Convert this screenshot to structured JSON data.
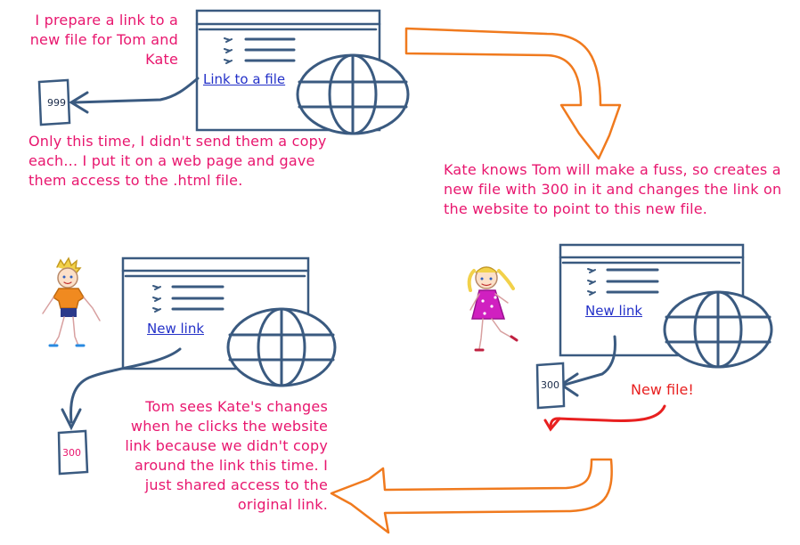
{
  "notes": {
    "step1": "I prepare a link to a new file for Tom and Kate",
    "step1_detail": "Only this time, I didn't send them a copy each... I put it on a web page and gave them access to the .html file.",
    "step2": "Kate knows Tom will make a fuss, so creates a new file with 300 in it and changes the link on the website to point to this new file.",
    "step3": "Tom sees Kate's changes when he clicks the website link because we didn't copy around the link this time. I just shared access to the original link."
  },
  "links": {
    "original": "Link to a file",
    "kate": "New link",
    "tom": "New link"
  },
  "files": {
    "original_value": "999",
    "kate_value": "300",
    "tom_value": "300"
  },
  "new_file_label": "New file!",
  "colors": {
    "note_text": "#e8166e",
    "link_text": "#2330c8",
    "line": "#3a5a80",
    "flow_arrow": "#f07a1e",
    "new_file_arrow": "#e82020"
  }
}
